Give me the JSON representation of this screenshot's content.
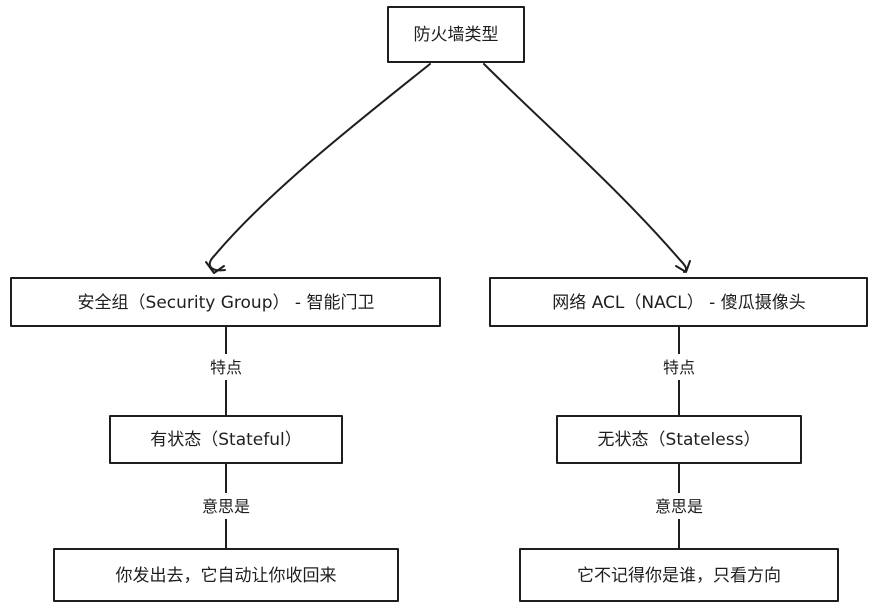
{
  "root": {
    "label": "防火墙类型"
  },
  "left": {
    "title": "安全组（Security Group） - 智能门卫",
    "edge_label_1": "特点",
    "property": "有状态（Stateful）",
    "edge_label_2": "意思是",
    "meaning": "你发出去，它自动让你收回来"
  },
  "right": {
    "title": "网络 ACL（NACL） - 傻瓜摄像头",
    "edge_label_1": "特点",
    "property": "无状态（Stateless）",
    "edge_label_2": "意思是",
    "meaning": "它不记得你是谁，只看方向"
  }
}
